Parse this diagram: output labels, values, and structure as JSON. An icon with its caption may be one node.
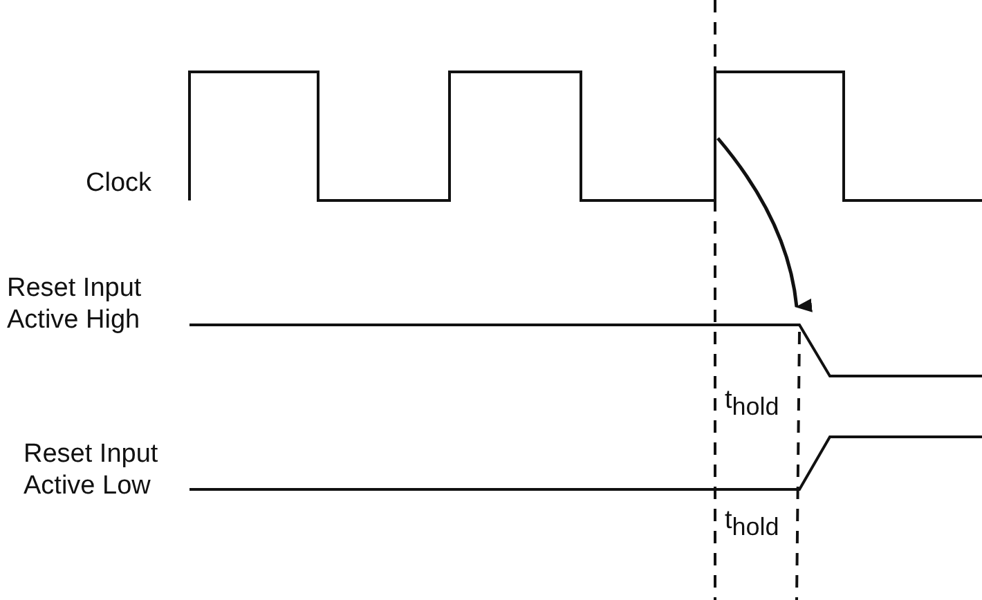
{
  "diagram": {
    "labels": [
      "Clock",
      "Reset Input Active High",
      "t$_{hold}$",
      "Reset Input Active Low",
      "t$_{hold}$"
    ]
  }
}
